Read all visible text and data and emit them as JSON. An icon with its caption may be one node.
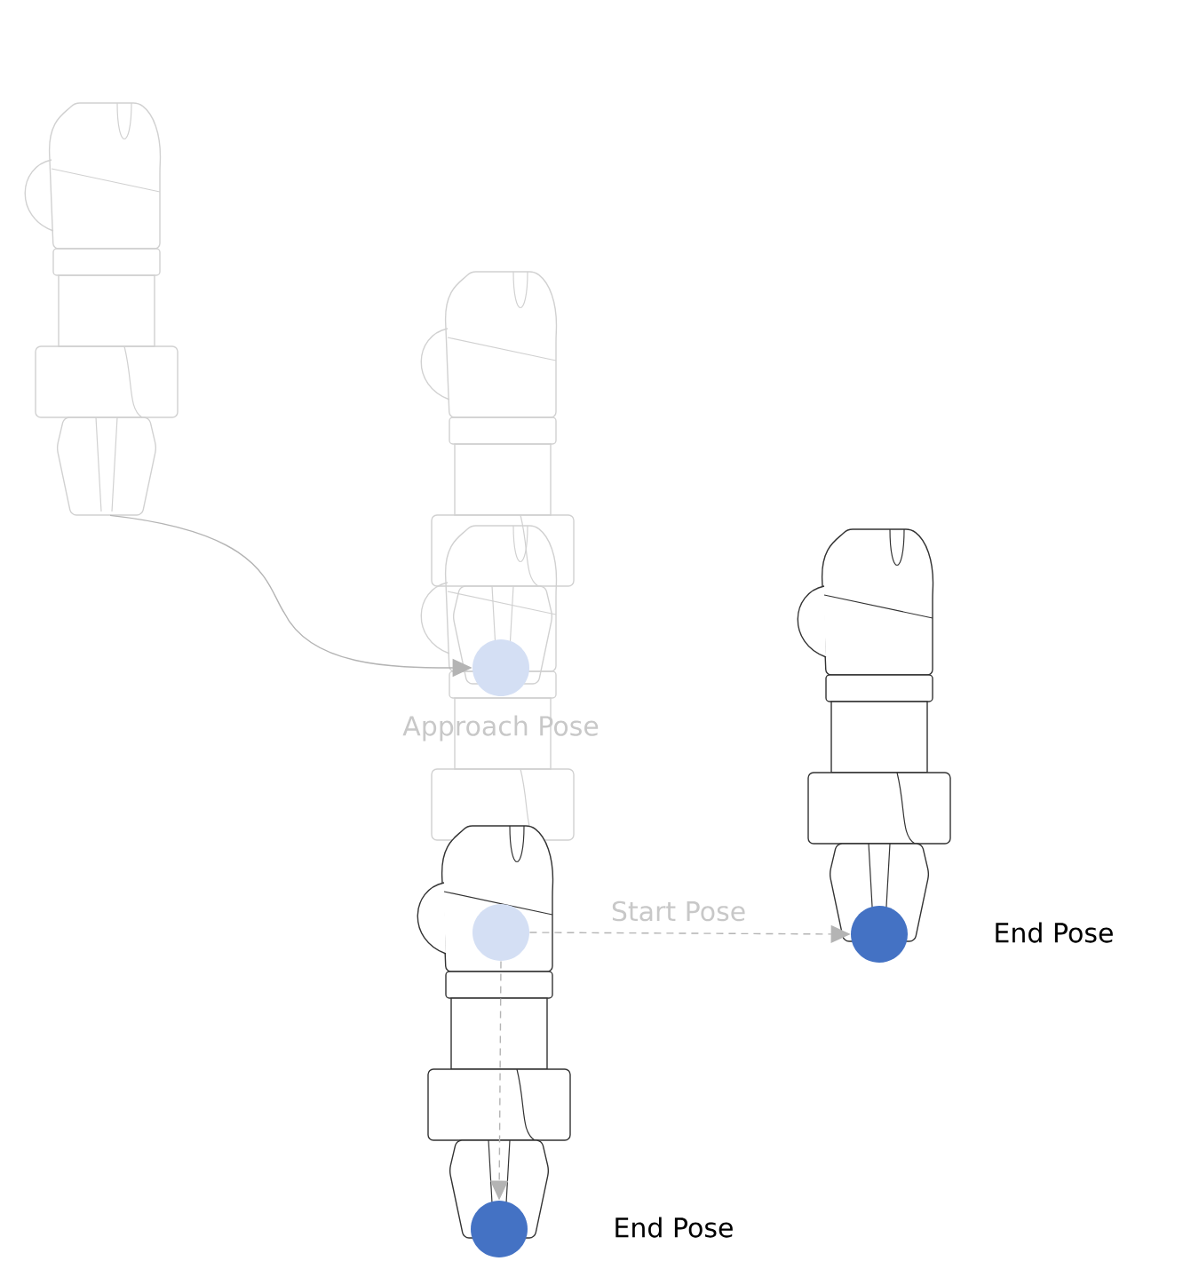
{
  "diagram": {
    "nodes": [
      {
        "text": [],
        "shape": "picture"
      },
      {
        "text": [],
        "shape": "circle",
        "beside": [
          "Approach Pose"
        ]
      },
      {
        "text": [],
        "shape": "circle",
        "beside": [
          "Start Pose"
        ]
      },
      {
        "text": [],
        "shape": "circle",
        "beside": [
          "End Pose"
        ]
      },
      {
        "text": [],
        "shape": "circle",
        "beside": [
          "End Pose"
        ]
      }
    ],
    "edges": [
      {
        "from": 0,
        "to": 1,
        "arrow": "to"
      },
      {
        "from": 2,
        "to": 3,
        "arrow": "to",
        "style": "dashed"
      },
      {
        "from": 2,
        "to": 4,
        "arrow": "to",
        "style": "dashed"
      }
    ]
  }
}
